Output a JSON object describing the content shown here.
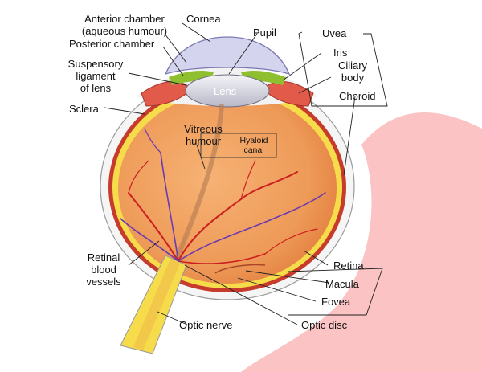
{
  "labels": {
    "cornea": "Cornea",
    "anterior_chamber_1": "Anterior chamber",
    "anterior_chamber_2": "(aqueous humour)",
    "posterior_chamber": "Posterior chamber",
    "suspensory_1": "Suspensory",
    "suspensory_2": "ligament",
    "suspensory_3": "of lens",
    "sclera": "Sclera",
    "pupil": "Pupil",
    "uvea": "Uvea",
    "iris": "Iris",
    "ciliary_1": "Ciliary",
    "ciliary_2": "body",
    "choroid": "Choroid",
    "lens": "Lens",
    "vitreous_1": "Vitreous",
    "vitreous_2": "humour",
    "hyaloid_1": "Hyaloid",
    "hyaloid_2": "canal",
    "retinal_vessels_1": "Retinal",
    "retinal_vessels_2": "blood",
    "retinal_vessels_3": "vessels",
    "retina": "Retina",
    "macula": "Macula",
    "fovea": "Fovea",
    "optic_nerve": "Optic nerve",
    "optic_disc": "Optic disc"
  },
  "colors": {
    "background_pink": "#fbc3c3",
    "eyeball_orange": "#f0a060",
    "retina_yellow": "#f6dc4a",
    "sclera_white": "#f6f6f6",
    "choroid_red": "#c63b2c",
    "vessel_red": "#cc1f1f",
    "vessel_purple": "#6a3ab0",
    "lens_grey": "#d8d8e2",
    "cornea_lavender": "#d4d4ee",
    "iris_green": "#8fbf2f"
  }
}
